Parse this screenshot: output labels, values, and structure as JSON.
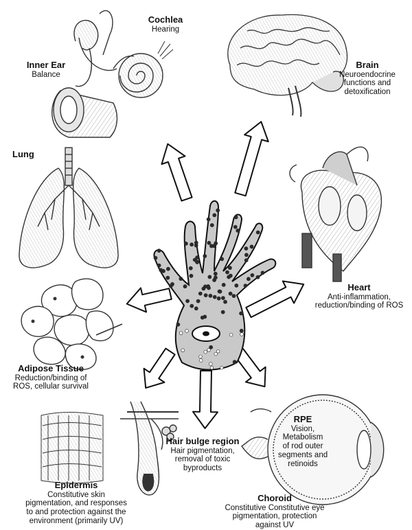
{
  "center": {
    "name": "melanocyte-cell"
  },
  "organs": [
    {
      "key": "cochlea",
      "title": "Cochlea",
      "desc": "Hearing"
    },
    {
      "key": "inner_ear",
      "title": "Inner Ear",
      "desc": "Balance"
    },
    {
      "key": "brain",
      "title": "Brain",
      "desc_lines": [
        "Neuroendocrine",
        "functions and",
        "detoxification"
      ]
    },
    {
      "key": "lung",
      "title": "Lung",
      "desc": ""
    },
    {
      "key": "heart",
      "title": "Heart",
      "desc_lines": [
        "Anti-inflammation,",
        "reduction/binding of ROS"
      ]
    },
    {
      "key": "adipose",
      "title": "Adipose Tissue",
      "desc_lines": [
        "Reduction/binding of",
        "ROS, cellular survival"
      ]
    },
    {
      "key": "hair",
      "title": "Hair bulge region",
      "desc_lines": [
        "Hair pigmentation,",
        "removal of toxic",
        "byproducts"
      ]
    },
    {
      "key": "rpe",
      "title": "RPE",
      "desc_lines": [
        "Vision,",
        "Metabolism",
        "of rod outer",
        "segments and",
        "retinoids"
      ]
    },
    {
      "key": "epidermis",
      "title": "Epidermis",
      "desc_lines": [
        "Constitutive skin",
        "pigmentation, and responses",
        "to and protection against the",
        "environment (primarily UV)"
      ]
    },
    {
      "key": "choroid",
      "title": "Choroid",
      "desc_lines": [
        "Constitutive Constitutive eye",
        "pigmentation, protection",
        "against UV"
      ]
    }
  ],
  "colors": {
    "cell_fill": "#c9c9c9",
    "stroke": "#111111",
    "arrow_fill": "#ffffff",
    "sketch": "#555555"
  }
}
